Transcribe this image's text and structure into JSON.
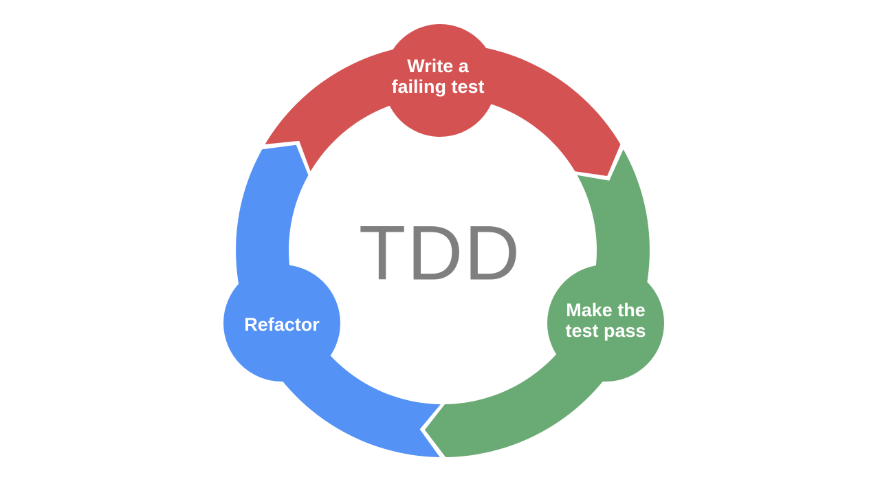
{
  "center": {
    "title": "TDD"
  },
  "steps": [
    {
      "label_line1": "Write a",
      "label_line2": "failing test",
      "color": "#D55252"
    },
    {
      "label_line1": "Make the",
      "label_line2": "test pass",
      "color": "#6AAA74"
    },
    {
      "label_line1": "Refactor",
      "label_line2": "",
      "color": "#5592F5"
    }
  ],
  "colors": {
    "center_text": "#7F7F7F",
    "background": "#FFFFFF"
  }
}
